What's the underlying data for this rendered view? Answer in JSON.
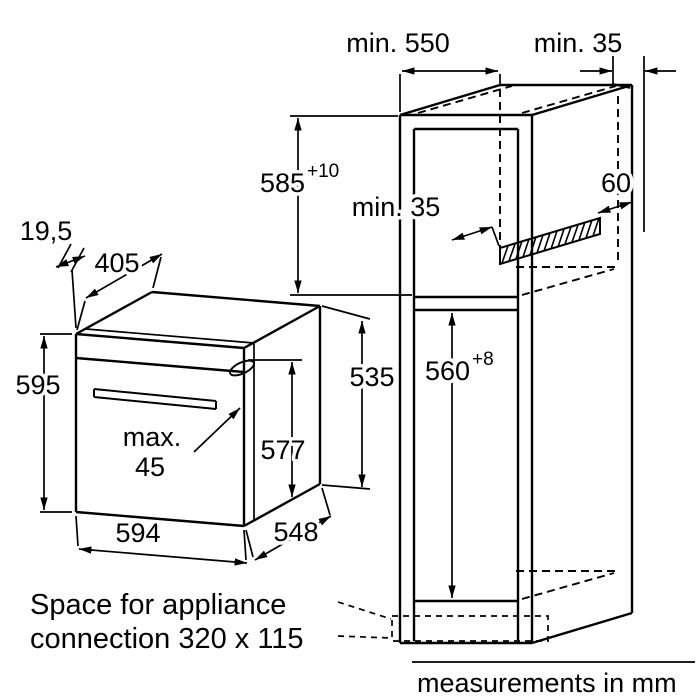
{
  "diagram": {
    "oven_dims": {
      "d19_5": "19,5",
      "d405": "405",
      "d595": "595",
      "dmax_line1": "max.",
      "dmax_line2": "45",
      "d577": "577",
      "d535": "535",
      "d594": "594",
      "d548": "548"
    },
    "cabinet_dims": {
      "dmin550": "min. 550",
      "dmin35_top": "min. 35",
      "d585_main": "585",
      "d585_sup": "+10",
      "dmin35_mid": "min. 35",
      "d60": "60",
      "d560_main": "560",
      "d560_sup": "+8"
    },
    "notes": {
      "connection_line1": "Space for appliance",
      "connection_line2": "connection 320 x 115",
      "units": "measurements in mm"
    },
    "colors": {
      "line": "#000000",
      "background": "#ffffff"
    }
  }
}
